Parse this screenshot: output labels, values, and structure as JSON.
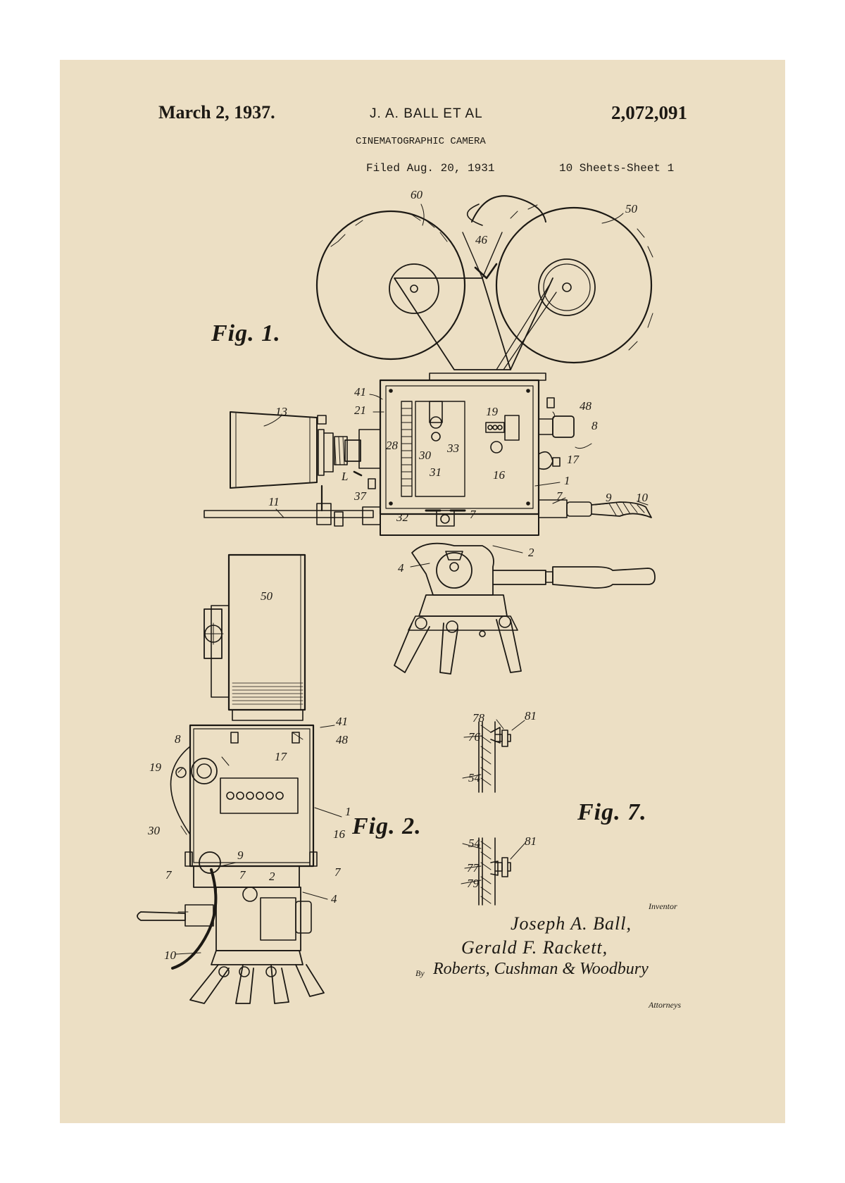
{
  "header": {
    "date": "March 2, 1937.",
    "inventors": "J. A. BALL ET AL",
    "patent_number": "2,072,091",
    "title": "CINEMATOGRAPHIC CAMERA",
    "filed": "Filed Aug. 20, 1931",
    "sheets": "10 Sheets-Sheet 1"
  },
  "figures": {
    "fig1": "Fig. 1.",
    "fig2": "Fig. 2.",
    "fig7": "Fig. 7."
  },
  "fig1_refs": [
    "60",
    "46",
    "50",
    "41",
    "21",
    "13",
    "19",
    "48",
    "8",
    "28",
    "30",
    "33",
    "31",
    "16",
    "17",
    "L",
    "37",
    "1",
    "7",
    "11",
    "9",
    "10",
    "32",
    "7",
    "2",
    "4"
  ],
  "fig2_refs": [
    "50",
    "41",
    "48",
    "8",
    "17",
    "19",
    "1",
    "30",
    "16",
    "9",
    "7",
    "7",
    "2",
    "7",
    "4",
    "10"
  ],
  "fig7_refs": [
    "78",
    "81",
    "76",
    "54",
    "54",
    "81",
    "77",
    "79"
  ],
  "signature": {
    "inventor_label": "Inventor",
    "name1": "Joseph A. Ball,",
    "name2": "Gerald F. Rackett,",
    "by": "By",
    "attorneys_sig": "Roberts, Cushman & Woodbury",
    "attorneys_label": "Attorneys"
  },
  "colors": {
    "paper": "#ecdfc4",
    "ink": "#1c1914",
    "frame": "#ffffff"
  }
}
